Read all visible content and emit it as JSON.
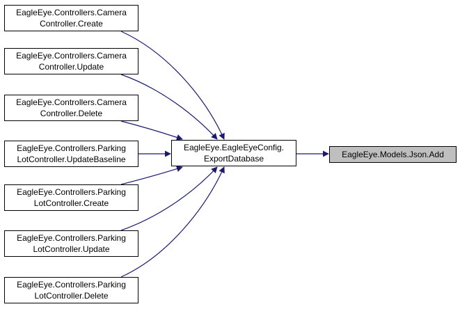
{
  "graph": {
    "callers": [
      {
        "id": "cam-create",
        "lines": [
          "EagleEye.Controllers.Camera",
          "Controller.Create"
        ]
      },
      {
        "id": "cam-update",
        "lines": [
          "EagleEye.Controllers.Camera",
          "Controller.Update"
        ]
      },
      {
        "id": "cam-delete",
        "lines": [
          "EagleEye.Controllers.Camera",
          "Controller.Delete"
        ]
      },
      {
        "id": "lot-baseline",
        "lines": [
          "EagleEye.Controllers.Parking",
          "LotController.UpdateBaseline"
        ]
      },
      {
        "id": "lot-create",
        "lines": [
          "EagleEye.Controllers.Parking",
          "LotController.Create"
        ]
      },
      {
        "id": "lot-update",
        "lines": [
          "EagleEye.Controllers.Parking",
          "LotController.Update"
        ]
      },
      {
        "id": "lot-delete",
        "lines": [
          "EagleEye.Controllers.Parking",
          "LotController.Delete"
        ]
      }
    ],
    "middle": {
      "id": "export-db",
      "lines": [
        "EagleEye.EagleEyeConfig.",
        "ExportDatabase"
      ]
    },
    "target": {
      "id": "json-add",
      "lines": [
        "EagleEye.Models.Json.Add"
      ]
    },
    "edge_color": "#191970",
    "current_fill": "#bfbfbf"
  }
}
